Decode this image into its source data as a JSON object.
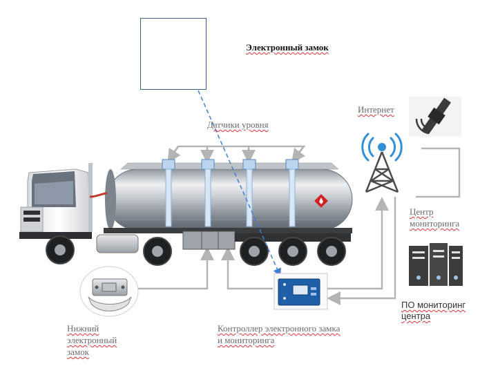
{
  "labels": {
    "electronic_lock": "Электронный замок",
    "level_sensors": "Датчики уровня",
    "internet": "Интернет",
    "monitoring_center_line1": "Центр",
    "monitoring_center_line2": "мониторинга",
    "monitoring_software_line1": "ПО мониторинг",
    "monitoring_software_line2": "центра",
    "controller_line1": "Контроллер электронного замка",
    "controller_line2": "и мониторинга",
    "lower_lock_line1": "Нижний",
    "lower_lock_line2": "электронный",
    "lower_lock_line3": "замок"
  },
  "icons": {
    "top_lock": "electronic-lock-icon",
    "bottom_lock": "bottom-electronic-lock-icon",
    "satellite": "satellite-icon",
    "tower": "radio-tower-icon",
    "server": "server-rack-icon",
    "controller": "controller-box-icon",
    "truck": "fuel-tanker-truck"
  },
  "colors": {
    "connector_lines": "#b4b4b4",
    "dashed_link": "#3f7fd0",
    "lock_frame": "#3a5f86",
    "tower_waves": "#2f8fd8",
    "controller": "#1e5fa8",
    "hazard_diamond": "#d42020"
  }
}
